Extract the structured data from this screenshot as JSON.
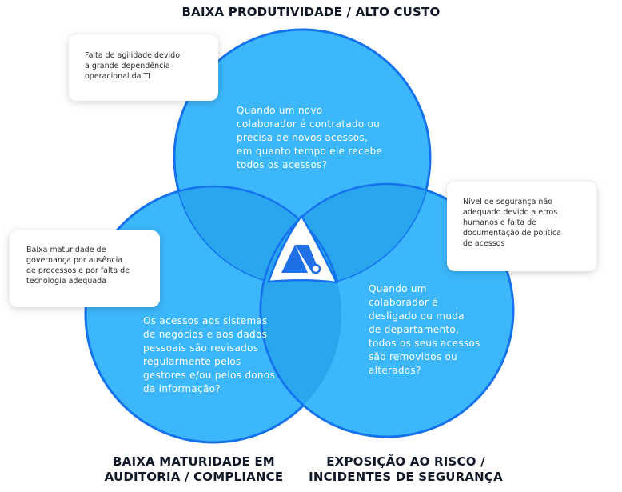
{
  "headings": {
    "top": "BAIXA PRODUTIVIDADE / ALTO CUSTO",
    "left": "BAIXA MATURIDADE EM\nAUDITORIA / COMPLIANCE",
    "right": "EXPOSIÇÃO AO RISCO /\nINCIDENTES DE SEGURANÇA"
  },
  "circles": {
    "top": "Quando um novo\ncolaborador é contratado ou\nprecisa de novos acessos,\nem quanto tempo ele recebe\ntodos os acessos?",
    "left": "Os acessos aos sistemas\nde negócios e aos dados\npessoais são revisados\nregularmente pelos\ngestores e/ou pelos donos\nda informação?",
    "right": "Quando um\ncolaborador é\ndesligado ou muda\nde departamento,\ntodos os seus acessos\nsão removidos ou\nalterados?"
  },
  "notes": {
    "top_left": "Falta de agilidade devido\na grande dependência\noperacional da TI",
    "left": "Baixa maturidade de\ngovernança por ausência\nde processos e por falta de\ntecnologia adequada",
    "right": "Nível de segurança não\nadequado devido a erros\nhumanos e falta de\ndocumentação de política\nde acessos"
  },
  "colors": {
    "circle_fill": "#3cb7fb",
    "circle_stroke": "#1472ee",
    "overlap_shade": "#2aa6ee",
    "center_fill": "#ffffff",
    "logo": "#1f6fe6"
  },
  "icons": {
    "center_logo": "brand-logo-icon"
  }
}
